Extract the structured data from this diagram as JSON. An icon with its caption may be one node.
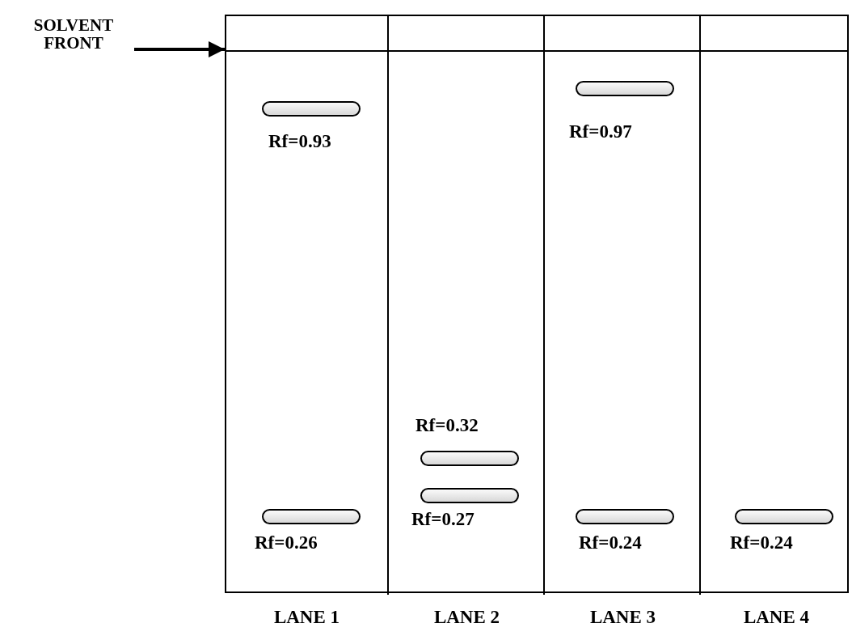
{
  "diagram": {
    "nodes": [
      {
        "text": [
          "SOLVENT FRONT"
        ]
      },
      {
        "text": [],
        "shape": "box"
      },
      {
        "text": [],
        "shape": "box",
        "in": 1,
        "beside": [
          "LANE 1"
        ]
      },
      {
        "text": [],
        "shape": "box",
        "in": 1,
        "beside": [
          "LANE 2"
        ]
      },
      {
        "text": [],
        "shape": "box",
        "in": 1,
        "beside": [
          "LANE 3"
        ]
      },
      {
        "text": [],
        "shape": "box",
        "in": 1,
        "beside": [
          "LANE 4"
        ]
      },
      {
        "text": [],
        "shape": "bar",
        "in": 2,
        "beside": [
          "Rf=0.93"
        ]
      },
      {
        "text": [],
        "shape": "bar",
        "in": 2,
        "beside": [
          "Rf=0.26"
        ]
      },
      {
        "text": [],
        "shape": "bar",
        "in": 3,
        "beside": [
          "Rf=0.32"
        ]
      },
      {
        "text": [],
        "shape": "bar",
        "in": 3,
        "beside": [
          "Rf=0.27"
        ]
      },
      {
        "text": [],
        "shape": "bar",
        "in": 4,
        "beside": [
          "Rf=0.97"
        ]
      },
      {
        "text": [],
        "shape": "bar",
        "in": 4,
        "beside": [
          "Rf=0.24"
        ]
      },
      {
        "text": [],
        "shape": "bar",
        "in": 5,
        "beside": [
          "Rf=0.24"
        ]
      }
    ],
    "edges": [
      {
        "from": 0,
        "to": 1,
        "arrow": "to"
      }
    ]
  }
}
